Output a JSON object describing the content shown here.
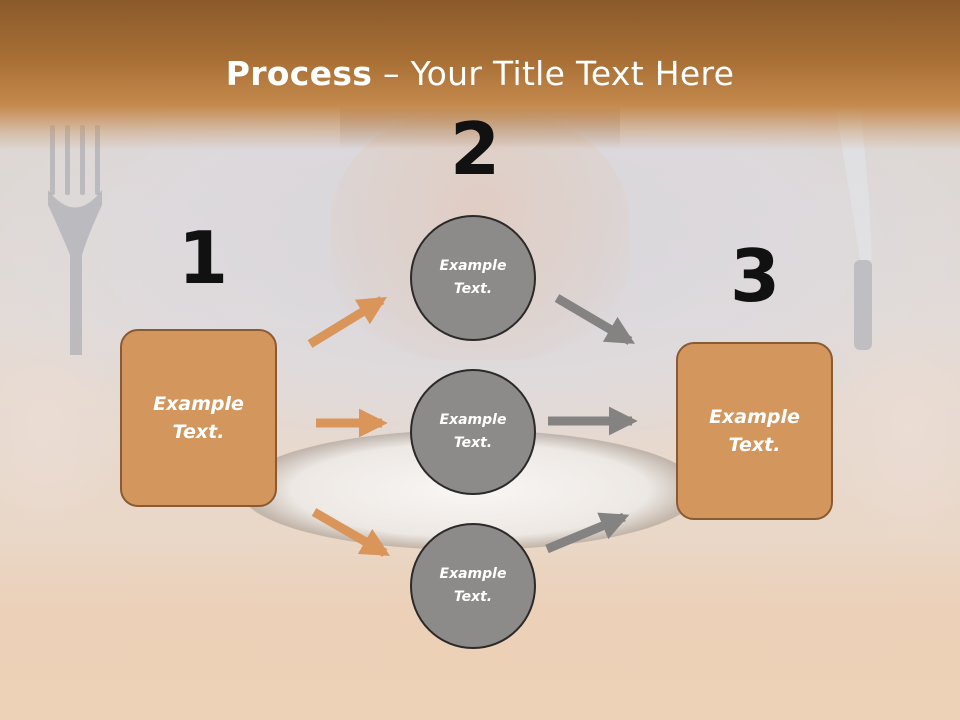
{
  "title": {
    "strong": "Process",
    "rest": " – Your Title Text Here"
  },
  "steps": {
    "one": "1",
    "two": "2",
    "three": "3"
  },
  "boxes": {
    "left": "Example\nText.",
    "right": "Example\nText."
  },
  "circles": {
    "top": "Example\nText.",
    "middle": "Example\nText.",
    "bottom": "Example\nText."
  },
  "colors": {
    "header": "#a86f35",
    "box_fill": "#d3965d",
    "box_border": "#8a5a34",
    "circle_fill": "#8d8b89",
    "arrow_orange": "#d9955a",
    "arrow_gray": "#858382"
  }
}
